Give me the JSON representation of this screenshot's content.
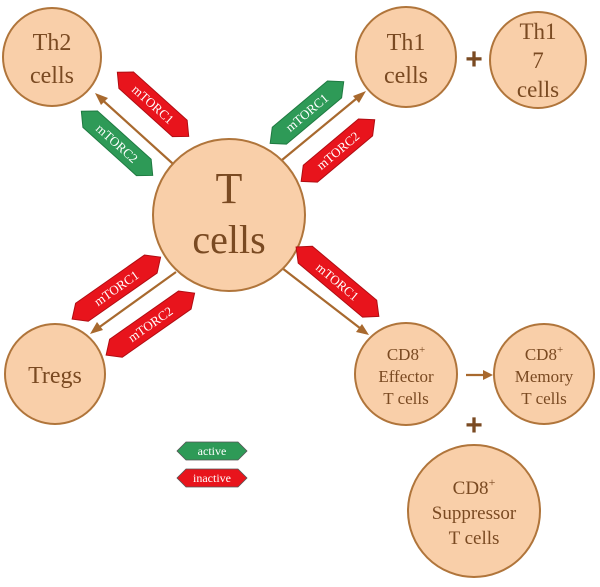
{
  "cells": {
    "t": {
      "lines": [
        "T",
        "cells"
      ]
    },
    "th2": {
      "lines": [
        "Th2",
        "cells"
      ]
    },
    "th1": {
      "lines": [
        "Th1",
        "cells"
      ]
    },
    "th17": {
      "lines": [
        "Th1",
        "7",
        "cells"
      ]
    },
    "tregs": {
      "lines": [
        "Tregs"
      ]
    },
    "cd8_effector": {
      "sup_main": "CD8",
      "sup": "+",
      "lines": [
        "Effector",
        "T cells"
      ]
    },
    "cd8_memory": {
      "sup_main": "CD8",
      "sup": "+",
      "lines": [
        "Memory",
        "T cells"
      ]
    },
    "cd8_suppressor": {
      "sup_main": "CD8",
      "sup": "+",
      "lines": [
        "Suppressor",
        "T cells"
      ]
    }
  },
  "signals": {
    "th2_mtorc1": {
      "label": "mTORC1",
      "state": "inactive"
    },
    "th2_mtorc2": {
      "label": "mTORC2",
      "state": "active"
    },
    "th1_mtorc1": {
      "label": "mTORC1",
      "state": "active"
    },
    "th1_mtorc2": {
      "label": "mTORC2",
      "state": "inactive"
    },
    "treg_mtorc1": {
      "label": "mTORC1",
      "state": "inactive"
    },
    "treg_mtorc2": {
      "label": "mTORC2",
      "state": "inactive"
    },
    "cd8_mtorc1": {
      "label": "mTORC1",
      "state": "inactive"
    }
  },
  "plus_signs": {
    "th1_th17": "+",
    "memory_suppressor": "+"
  },
  "legend": {
    "active": {
      "label": "active",
      "color": "#2e9a57"
    },
    "inactive": {
      "label": "inactive",
      "color": "#e8141c"
    }
  },
  "colors": {
    "active": "#2e9a57",
    "inactive": "#e8141c",
    "cell_fill": "#f9cfa9",
    "cell_stroke": "#b0753b",
    "arrow": "#a8692e"
  }
}
